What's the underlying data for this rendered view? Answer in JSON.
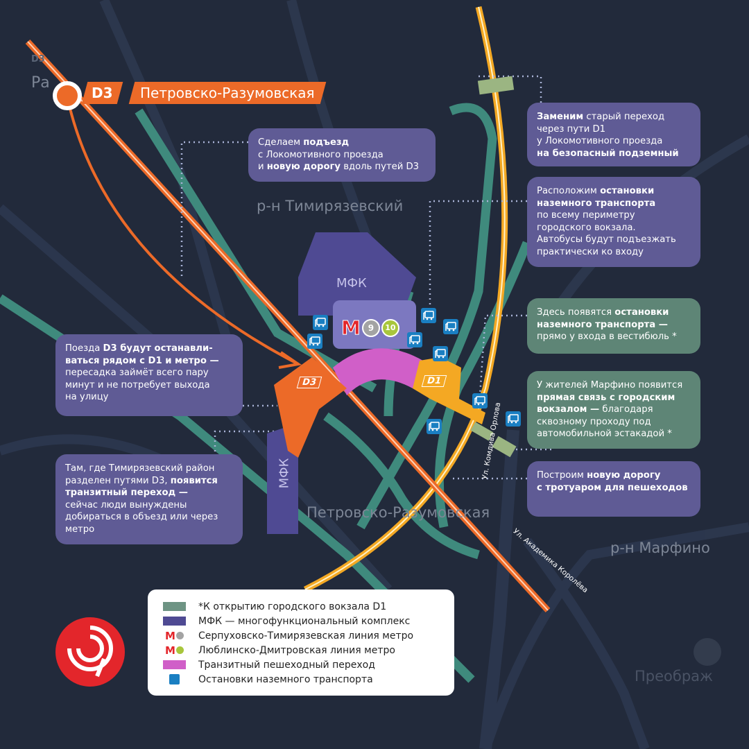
{
  "colors": {
    "background": "#222a3b",
    "d3": "#ec6a28",
    "d1": "#f4a823",
    "teal": "#3f8a7d",
    "mfk": "#4f4a93",
    "transit": "#d05fc8",
    "callout_purple": "#5f5b95",
    "callout_green": "#5e8576",
    "bus": "#1a7fc2",
    "metro_red": "#e3262b",
    "line9": "#a3a3a3",
    "line10": "#a8c63c"
  },
  "header": {
    "line_badge": "D3",
    "station_name": "Петровско-Разумовская"
  },
  "map_labels": {
    "timiryazevsky": "р-н Тимирязевский",
    "marfino": "р-н Марфино",
    "petrovsko": "Петровско-Разумовская",
    "preobrazh": "Преображ",
    "ra": "Ра",
    "d3_small": "D3",
    "mfk_top": "МФК",
    "mfk_left": "МФК",
    "station_d3": "D3",
    "station_d1": "D1",
    "metro_9": "9",
    "metro_10": "10",
    "street_orlova": "Ул. Комдива Орлова",
    "street_koroleva": "Ул. Академика Королёва"
  },
  "callouts": [
    {
      "id": "approach",
      "style": "purple",
      "parts": [
        {
          "t": "Сделаем "
        },
        {
          "t": "подъезд",
          "b": true
        },
        {
          "t": "\nс Локомотивного проезда\nи "
        },
        {
          "t": "новую дорогу",
          "b": true
        },
        {
          "t": " вдоль путей D3"
        }
      ]
    },
    {
      "id": "underpass",
      "style": "purple",
      "parts": [
        {
          "t": "Заменим",
          "b": true
        },
        {
          "t": " старый переход\nчерез пути D1\nу Локомотивного проезда\n"
        },
        {
          "t": "на безопасный подземный",
          "b": true
        }
      ]
    },
    {
      "id": "stops-perimeter",
      "style": "purple",
      "parts": [
        {
          "t": "Расположим "
        },
        {
          "t": "остановки\nназемного транспорта",
          "b": true
        },
        {
          "t": "\nпо всему периметру\nгородского вокзала.\nАвтобусы будут подъезжать\nпрактически ко входу"
        }
      ]
    },
    {
      "id": "stops-entrance",
      "style": "green",
      "parts": [
        {
          "t": "Здесь появятся "
        },
        {
          "t": "остановки\nназемного транспорта —",
          "b": true
        },
        {
          "t": "\nпрямо у входа в вестибюль *"
        }
      ]
    },
    {
      "id": "marfino-link",
      "style": "green",
      "parts": [
        {
          "t": "У жителей Марфино появится\n"
        },
        {
          "t": "прямая связь с городским\nвокзалом —",
          "b": true
        },
        {
          "t": "  благодаря\nсквозному проходу под\nавтомобильной эстакадой *"
        }
      ]
    },
    {
      "id": "new-road",
      "style": "purple",
      "parts": [
        {
          "t": "Построим "
        },
        {
          "t": "новую дорогу\nс тротуаром для пешеходов",
          "b": true
        }
      ]
    },
    {
      "id": "d3-stops",
      "style": "purple",
      "parts": [
        {
          "t": "Поезда "
        },
        {
          "t": "D3 будут останавли-\nваться рядом с D1 и метро —",
          "b": true
        },
        {
          "t": "\nпересадка займёт всего пару\nминут и не потребует выхода\nна улицу"
        }
      ]
    },
    {
      "id": "transit-crossing",
      "style": "purple",
      "parts": [
        {
          "t": "Там, где Тимирязевский район\nразделен путями D3, "
        },
        {
          "t": "появится\nтранзитный переход  —",
          "b": true
        },
        {
          "t": "\nсейчас люди вынуждены\nдобираться в объезд или через\nметро"
        }
      ]
    }
  ],
  "legend": [
    {
      "kind": "swatch",
      "color": "#6e9484",
      "label": "*К открытию городского вокзала D1"
    },
    {
      "kind": "swatch",
      "color": "#4f4a93",
      "label": "МФК — многофункциональный комплекс"
    },
    {
      "kind": "metro",
      "line": "9",
      "color": "#a3a3a3",
      "label": "Серпуховско-Тимирязевская линия метро"
    },
    {
      "kind": "metro",
      "line": "10",
      "color": "#a8c63c",
      "label": "Люблинско-Дмитровская линия метро"
    },
    {
      "kind": "swatch",
      "color": "#d05fc8",
      "label": "Транзитный пешеходный переход"
    },
    {
      "kind": "bus",
      "color": "#1a7fc2",
      "label": "Остановки наземного транспорта"
    }
  ],
  "icons": {
    "bus": "bus-stop-icon",
    "metro": "metro-m-icon",
    "logo": "moscow-transport-logo-icon",
    "education": "graduation-cap-icon"
  }
}
